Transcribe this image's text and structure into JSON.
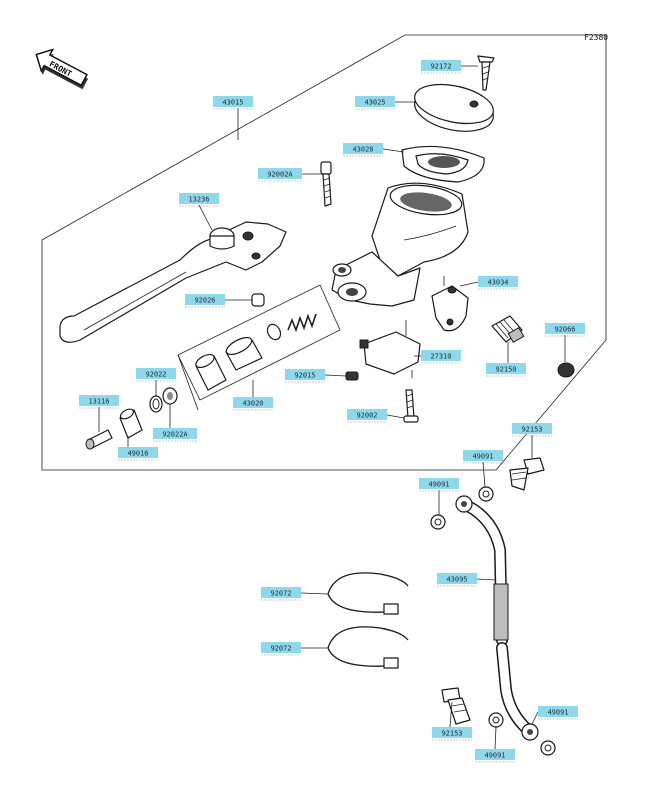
{
  "figure_id": "F2380",
  "front_label": "FRONT",
  "parts": [
    {
      "id": "p-92172",
      "code": "92172"
    },
    {
      "id": "p-43015",
      "code": "43015"
    },
    {
      "id": "p-43025",
      "code": "43025"
    },
    {
      "id": "p-43028",
      "code": "43028"
    },
    {
      "id": "p-92002a",
      "code": "92002A"
    },
    {
      "id": "p-13236",
      "code": "13236"
    },
    {
      "id": "p-43034",
      "code": "43034"
    },
    {
      "id": "p-92026",
      "code": "92026"
    },
    {
      "id": "p-92066",
      "code": "92066"
    },
    {
      "id": "p-27310",
      "code": "27310"
    },
    {
      "id": "p-92022",
      "code": "92022"
    },
    {
      "id": "p-92015",
      "code": "92015"
    },
    {
      "id": "p-92150",
      "code": "92150"
    },
    {
      "id": "p-43020",
      "code": "43020"
    },
    {
      "id": "p-92002",
      "code": "92002"
    },
    {
      "id": "p-13116",
      "code": "13116"
    },
    {
      "id": "p-92022a",
      "code": "92022A"
    },
    {
      "id": "p-92153-top",
      "code": "92153"
    },
    {
      "id": "p-49016",
      "code": "49016"
    },
    {
      "id": "p-49091-a",
      "code": "49091"
    },
    {
      "id": "p-49091-b",
      "code": "49091"
    },
    {
      "id": "p-43095",
      "code": "43095"
    },
    {
      "id": "p-92072-a",
      "code": "92072"
    },
    {
      "id": "p-92072-b",
      "code": "92072"
    },
    {
      "id": "p-49091-c",
      "code": "49091"
    },
    {
      "id": "p-92153-bot",
      "code": "92153"
    },
    {
      "id": "p-49091-d",
      "code": "49091"
    }
  ]
}
